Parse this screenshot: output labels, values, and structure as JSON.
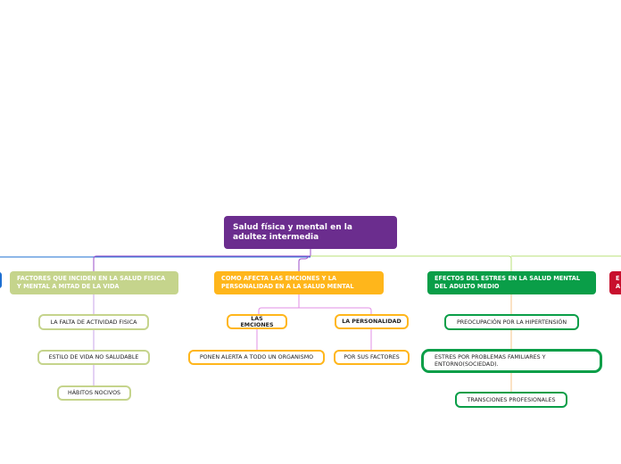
{
  "root": {
    "label": "Salud física y mental en la adultez intermedia",
    "color": "#6b2d8e"
  },
  "branches": [
    {
      "label": "FACTORES QUE INCIDEN EN LA SALUD FISICA Y MENTAL A MITAD DE LA VIDA",
      "color": "#c5d48c",
      "children": [
        "LA FALTA DE ACTIVIDAD FISICA",
        "ESTILO DE VIDA NO SALUDABLE",
        "HÁBITOS NOCIVOS"
      ]
    },
    {
      "label": "COMO AFECTA LAS EMCIONES Y LA PERSONALIDAD EN A LA SALUD MENTAL",
      "color": "#ffb61b",
      "children": [
        {
          "label": "LAS EMCIONES",
          "children": [
            "PONEN ALERTA A TODO UN ORGANISMO"
          ]
        },
        {
          "label": "LA PERSONALIDAD",
          "children": [
            "POR SUS FACTORES"
          ]
        }
      ]
    },
    {
      "label": "EFECTOS DEL ESTRES EN LA SALUD MENTAL DEL ADULTO MEDIO",
      "color": "#0a9e48",
      "children": [
        "PREOCUPACIÓN POR LA HIPERTENSIÓN",
        "ESTRES POR PROBLEMAS FAMILIARES Y ENTORNO(SOCIEDAD).",
        "TRANSCIONES PROFESIONALES"
      ]
    },
    {
      "label": "E A",
      "color": "#c8102e"
    }
  ],
  "edge_colors": {
    "left_blue": "#1d6fd1",
    "purple": "#9b4dca",
    "lime": "#b9e07a",
    "pink": "#e28fe6",
    "peach": "#f7c48a"
  }
}
